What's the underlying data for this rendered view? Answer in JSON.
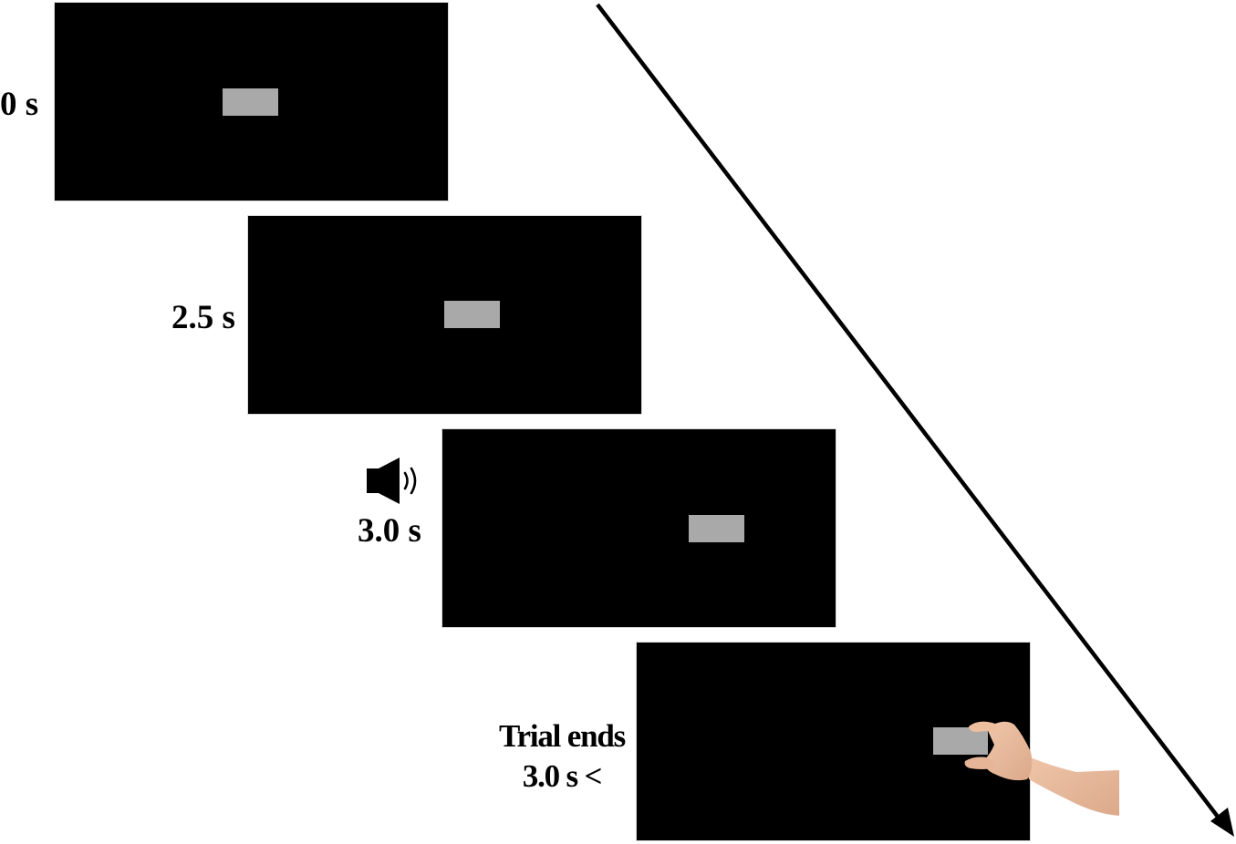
{
  "figure": {
    "description": "Trial timeline: sequence of four display frames over time",
    "colors": {
      "background": "#ffffff",
      "screen": "#000000",
      "stimulus": "#a9a9a9",
      "text": "#000000",
      "arrow": "#000000",
      "skin": "#e8b99b"
    }
  },
  "frames": [
    {
      "time_label": "0 s",
      "icon": null,
      "stimulus_position": "center"
    },
    {
      "time_label": "2.5 s",
      "icon": null,
      "stimulus_position": "slightly-right"
    },
    {
      "time_label": "3.0 s",
      "icon": "speaker-sound-icon",
      "stimulus_position": "right"
    },
    {
      "time_label_line1": "Trial ends",
      "time_label_line2": "3.0 s <",
      "icon": "grasping-hand",
      "stimulus_position": "far-right"
    }
  ],
  "timeline_arrow": {
    "direction": "down-right",
    "meaning": "time"
  }
}
